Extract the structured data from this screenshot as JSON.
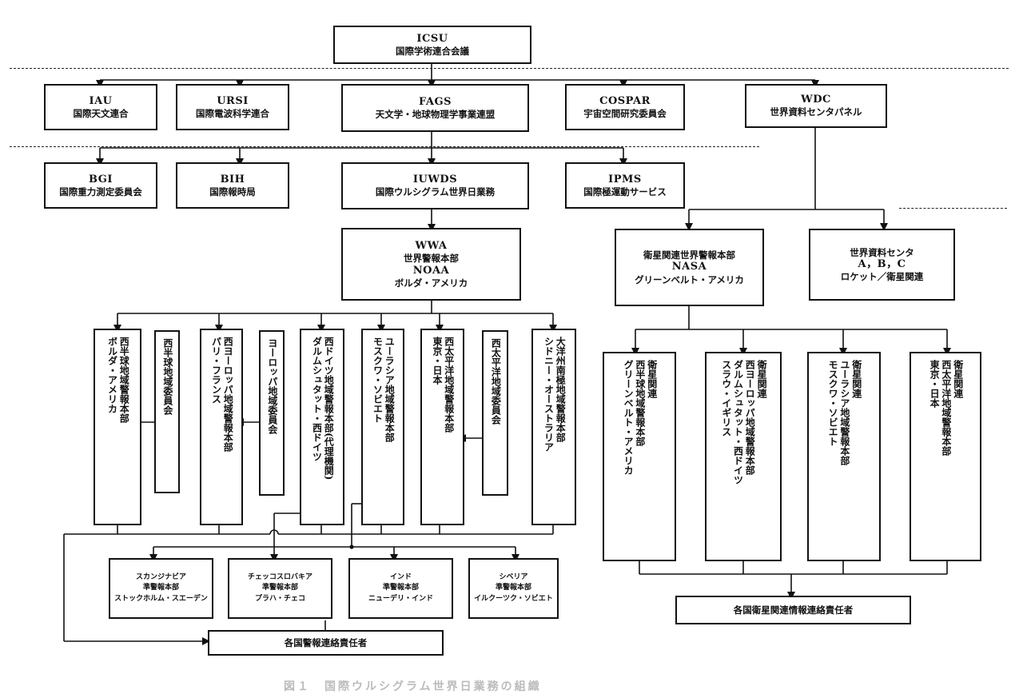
{
  "icsu": {
    "en": "ICSU",
    "ja": "国際学術連合会議"
  },
  "row1": {
    "iau": {
      "en": "IAU",
      "ja": "国際天文連合"
    },
    "ursi": {
      "en": "URSI",
      "ja": "国際電波科学連合"
    },
    "fags": {
      "en": "FAGS",
      "ja": "天文学・地球物理学事業連盟"
    },
    "cospar": {
      "en": "COSPAR",
      "ja": "宇宙空間研究委員会"
    },
    "wdc": {
      "en": "WDC",
      "ja": "世界資料センタパネル"
    }
  },
  "row2": {
    "bgi": {
      "en": "BGI",
      "ja": "国際重力測定委員会"
    },
    "bih": {
      "en": "BIH",
      "ja": "国際報時局"
    },
    "iuwds": {
      "en": "IUWDS",
      "ja": "国際ウルシグラム世界日業務"
    },
    "ipms": {
      "en": "IPMS",
      "ja": "国際極運動サービス"
    }
  },
  "wwa": {
    "l1": "WWA",
    "l2": "世界警報本部",
    "l3": "NOAA",
    "l4": "ボルダ・アメリカ"
  },
  "satellite": {
    "l1": "衛星関連世界警報本部",
    "l2": "NASA",
    "l3": "グリーンベルト・アメリカ"
  },
  "wdc_center": {
    "l1": "世界資料センタ",
    "l2": "A，B，C",
    "l3": "ロケット／衛星関連"
  },
  "regional": [
    {
      "c1": "西半球地域警報本部",
      "c2": "ボルダ・アメリカ"
    },
    {
      "c1": "西半球地域委員会"
    },
    {
      "c1": "西ヨーロッパ地域警報本部",
      "c2": "パリ・フランス"
    },
    {
      "c1": "ヨーロッパ地域委員会"
    },
    {
      "c1": "西ドイツ地域警報本部(代理機関)",
      "c2": "ダルムシュタット・西ドイツ"
    },
    {
      "c1": "ユーラシア地域警報本部",
      "c2": "モスクワ・ソビエト"
    },
    {
      "c1": "西太平洋地域警報本部",
      "c2": "東京・日本"
    },
    {
      "c1": "西太平洋地域委員会"
    },
    {
      "c1": "大洋州南極地域警報本部",
      "c2": "シドニー・オーストラリア"
    }
  ],
  "sat_regional": [
    {
      "c1": "衛星関連",
      "c2": "西半球地域警報本部",
      "c3": "グリーンベルト・アメリカ"
    },
    {
      "c1": "衛星関連",
      "c2": "西ヨーロッパ地域警報本部",
      "c3": "ダルムシュタット・西ドイツ",
      "c4": "スラウ・イギリス"
    },
    {
      "c1": "衛星関連",
      "c2": "ユーラシア地域警報本部",
      "c3": "モスクワ・ソビエト"
    },
    {
      "c1": "衛星関連",
      "c2": "西太平洋地域警報本部",
      "c3": "東京・日本"
    }
  ],
  "associates": [
    {
      "l1": "スカンジナビア",
      "l2": "準警報本部",
      "l3": "ストックホルム・スエーデン"
    },
    {
      "l1": "チェッコスロバキア",
      "l2": "準警報本部",
      "l3": "プラハ・チェコ"
    },
    {
      "l1": "インド",
      "l2": "準警報本部",
      "l3": "ニューデリ・インド"
    },
    {
      "l1": "シベリア",
      "l2": "準警報本部",
      "l3": "イルクーツク・ソビエト"
    }
  ],
  "liaison": "各国警報連絡責任者",
  "sat_liaison": "各国衛星関連情報連絡責任者",
  "caption": "図１　国際ウルシグラム世界日業務の組織"
}
